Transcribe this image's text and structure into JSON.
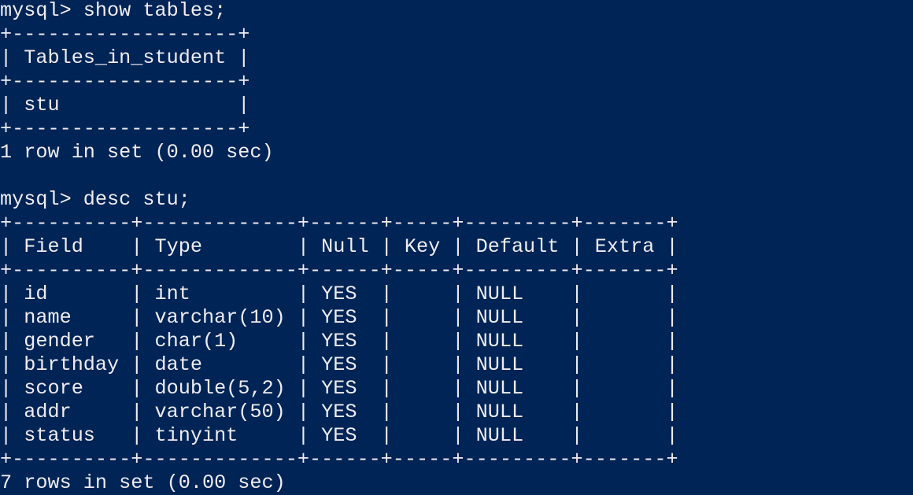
{
  "terminal": {
    "background": "#012456",
    "foreground": "#eeedf0",
    "lines": [
      "mysql> show tables;",
      "+-------------------+",
      "| Tables_in_student |",
      "+-------------------+",
      "| stu               |",
      "+-------------------+",
      "1 row in set (0.00 sec)",
      "",
      "mysql> desc stu;",
      "+----------+-------------+------+-----+---------+-------+",
      "| Field    | Type        | Null | Key | Default | Extra |",
      "+----------+-------------+------+-----+---------+-------+",
      "| id       | int         | YES  |     | NULL    |       |",
      "| name     | varchar(10) | YES  |     | NULL    |       |",
      "| gender   | char(1)     | YES  |     | NULL    |       |",
      "| birthday | date        | YES  |     | NULL    |       |",
      "| score    | double(5,2) | YES  |     | NULL    |       |",
      "| addr     | varchar(50) | YES  |     | NULL    |       |",
      "| status   | tinyint     | YES  |     | NULL    |       |",
      "+----------+-------------+------+-----+---------+-------+",
      "7 rows in set (0.00 sec)"
    ]
  }
}
